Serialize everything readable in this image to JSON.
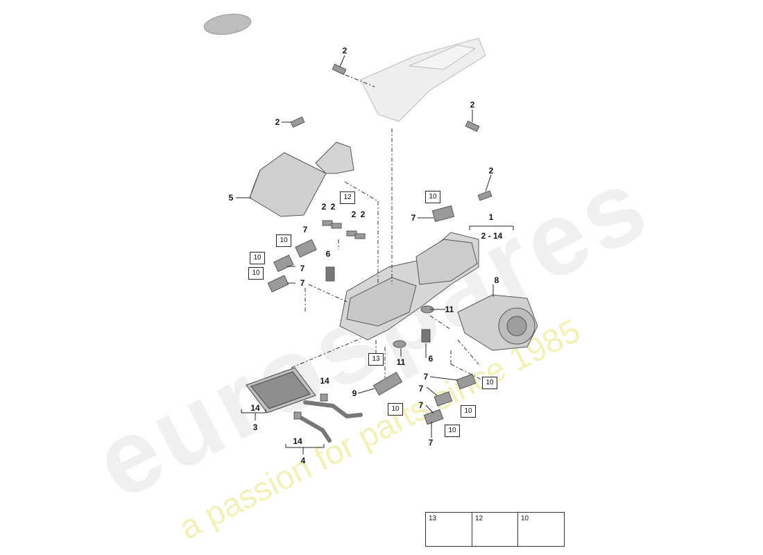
{
  "watermark": {
    "brand": "eurospares",
    "tagline": "a passion for parts since 1985"
  },
  "callouts": {
    "c1": "1",
    "c1_range": "2 - 14",
    "c2": "2",
    "c3": "3",
    "c4": "4",
    "c5": "5",
    "c6": "6",
    "c7": "7",
    "c8": "8",
    "c9": "9",
    "c10": "10",
    "c11": "11",
    "c12": "12",
    "c13": "13",
    "c14": "14"
  },
  "legend": [
    {
      "number": "13"
    },
    {
      "number": "12"
    },
    {
      "number": "10"
    }
  ],
  "colors": {
    "part_fill": "#d9d9d9",
    "part_stroke": "#555555",
    "line": "#222222",
    "watermark": "#f0f0f0",
    "watermark_sub": "#f3f0b8"
  }
}
